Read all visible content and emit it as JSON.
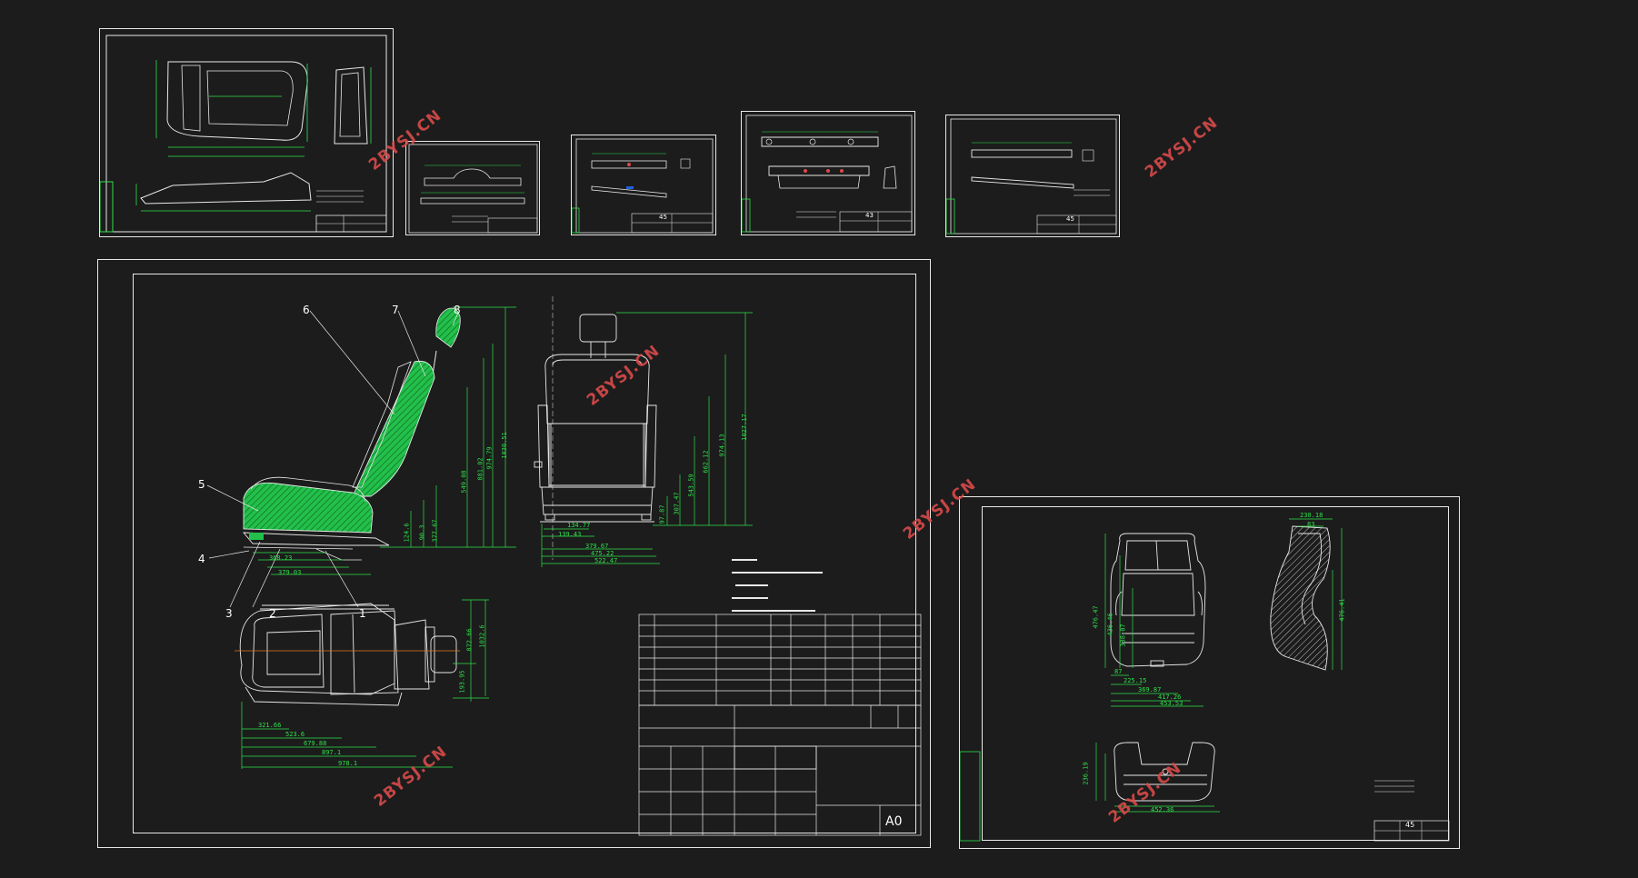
{
  "watermark": "2BYSJ.CN",
  "main_sheet": {
    "part_labels": [
      "1",
      "2",
      "3",
      "4",
      "5",
      "6",
      "7",
      "8"
    ],
    "size_code": "A0",
    "sheet_number_small": "45",
    "sheet_number_alt": "43",
    "dimensions_side": [
      "1030.51",
      "974.79",
      "881.02",
      "549.08",
      "377.67",
      "90.3",
      "124.6",
      "368.23",
      "379.03"
    ],
    "dimensions_front": [
      "1027.17",
      "974.13",
      "662.12",
      "543.59",
      "307.47",
      "97.87",
      "134.77",
      "139.43",
      "379.67",
      "475.22",
      "522.47"
    ],
    "dimensions_top": [
      "321.66",
      "523.6",
      "679.88",
      "897.1",
      "978.1",
      "1032.6",
      "872.66",
      "193.95"
    ]
  },
  "right_sheet": {
    "sheet_number": "45",
    "dimensions": [
      "476.47",
      "436.46",
      "338.07",
      "87",
      "225.15",
      "369.87",
      "417.26",
      "453.53",
      "230.18",
      "83",
      "476.41",
      "236.19",
      "452.36"
    ]
  },
  "colors": {
    "background": "#1c1c1c",
    "line": "#e8e8e8",
    "dimension": "#2ee04a",
    "hatch": "#22c04a",
    "watermark": "#d94a4a",
    "centerline": "#e07a1a"
  }
}
